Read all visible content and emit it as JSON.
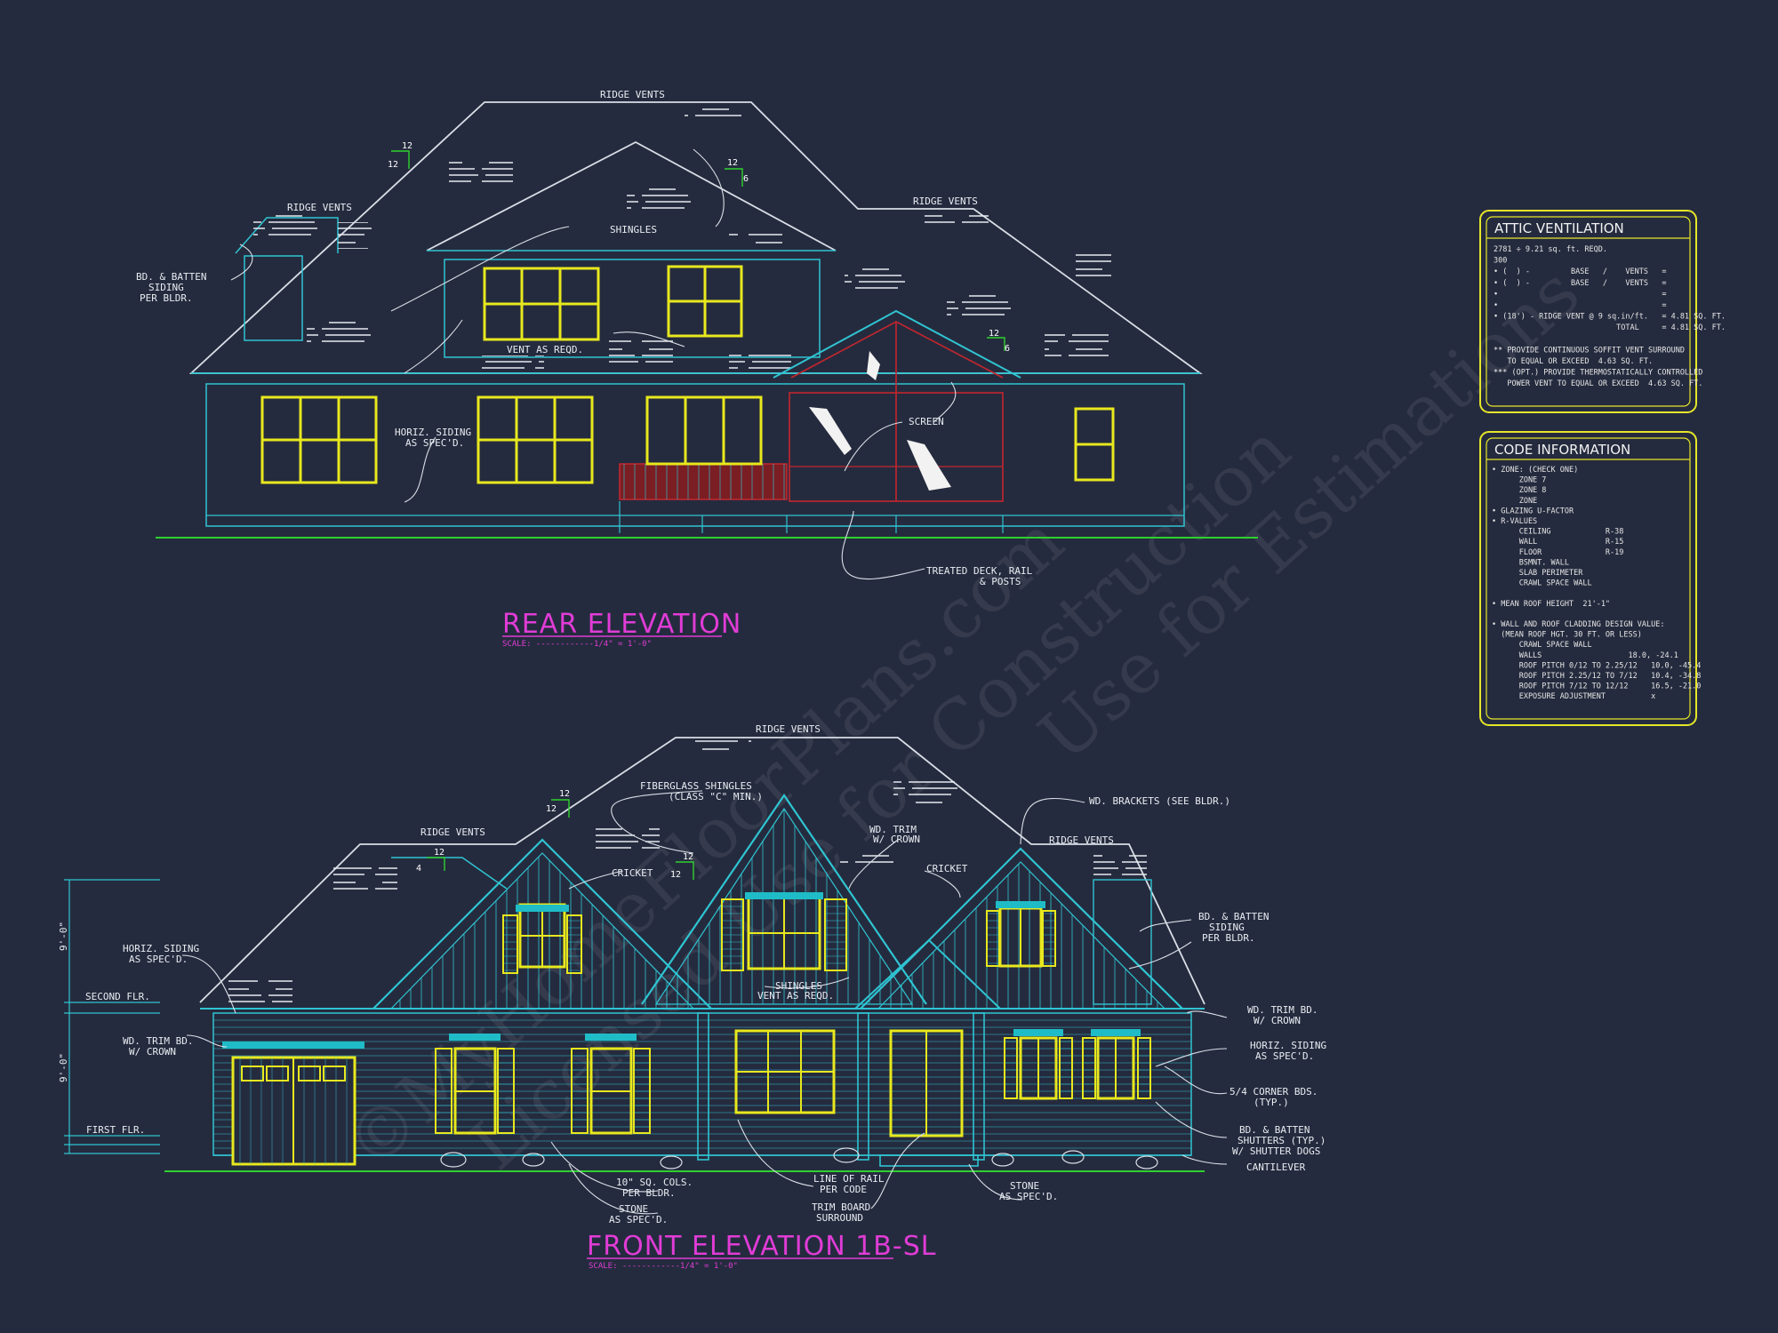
{
  "rear": {
    "title": "REAR ELEVATION",
    "scale": "SCALE: ------------1/4\" = 1'-0\"",
    "labels": {
      "ridge_vents_top": "RIDGE VENTS",
      "ridge_vents_left": "RIDGE VENTS",
      "ridge_vents_right": "RIDGE VENTS",
      "shingles": "SHINGLES",
      "bd_batten_1": "BD. & BATTEN",
      "bd_batten_2": "SIDING",
      "bd_batten_3": "PER BLDR.",
      "vent": "VENT AS REQD.",
      "horiz_1": "HORIZ. SIDING",
      "horiz_2": "AS SPEC'D.",
      "screen": "SCREEN",
      "deck_1": "TREATED DECK, RAIL",
      "deck_2": "& POSTS"
    },
    "pitches": {
      "p1a": "12",
      "p1b": "12",
      "p2a": "12",
      "p2b": "6",
      "p3a": "12",
      "p3b": "6"
    }
  },
  "front": {
    "title": "FRONT ELEVATION 1B-SL",
    "scale": "SCALE: ------------1/4\" = 1'-0\"",
    "labels": {
      "ridge_vents_top": "RIDGE VENTS",
      "ridge_vents_left": "RIDGE VENTS",
      "ridge_vents_right": "RIDGE VENTS",
      "fiberglass_1": "FIBERGLASS SHINGLES",
      "fiberglass_2": "(CLASS \"C\" MIN.)",
      "cricket_left": "CRICKET",
      "cricket_right": "CRICKET",
      "wd_trim_crown_top_1": "WD. TRIM",
      "wd_trim_crown_top_2": "W/ CROWN",
      "wd_brackets": "WD. BRACKETS (SEE BLDR.)",
      "bd_batten_1": "BD. & BATTEN",
      "bd_batten_2": "SIDING",
      "bd_batten_3": "PER BLDR.",
      "horiz_left_1": "HORIZ. SIDING",
      "horiz_left_2": "AS SPEC'D.",
      "second_flr": "SECOND FLR.",
      "first_flr": "FIRST FLR.",
      "wd_trim_left_1": "WD. TRIM BD.",
      "wd_trim_left_2": "W/ CROWN",
      "shingles_1": "SHINGLES",
      "shingles_2": "VENT AS REQD.",
      "wd_trim_right_1": "WD. TRIM BD.",
      "wd_trim_right_2": "W/ CROWN",
      "horiz_right_1": "HORIZ. SIDING",
      "horiz_right_2": "AS SPEC'D.",
      "corner_1": "5/4 CORNER BDS.",
      "corner_2": "(TYP.)",
      "shutters_1": "BD. & BATTEN",
      "shutters_2": "SHUTTERS (TYP.)",
      "shutters_3": "W/ SHUTTER DOGS",
      "cantilever": "CANTILEVER",
      "cols_1": "10\" SQ. COLS.",
      "cols_2": "PER BLDR.",
      "stone_left_1": "STONE",
      "stone_left_2": "AS SPEC'D.",
      "rail_1": "LINE OF RAIL",
      "rail_2": "PER CODE",
      "trim_board_1": "TRIM BOARD",
      "trim_board_2": "SURROUND",
      "stone_right_1": "STONE",
      "stone_right_2": "AS SPEC'D.",
      "dim_upper": "9'-0\"",
      "dim_lower": "9'-0\""
    },
    "pitches": {
      "p1a": "12",
      "p1b": "12",
      "p2a": "4",
      "p2b": "12",
      "p3a": "12",
      "p3b": "12"
    }
  },
  "attic_ventilation": {
    "title": "ATTIC VENTILATION",
    "lines": [
      "2781 ÷ 9.21 sq. ft. REQD.",
      "300",
      "• (  ) -         BASE   /    VENTS   =",
      "• (  ) -         BASE   /    VENTS   =",
      "•                                    =",
      "•                                    =",
      "• (18') - RIDGE VENT @ 9 sq.in/ft.   = 4.81 SQ. FT.",
      "                           TOTAL     = 4.81 SQ. FT.",
      "",
      "** PROVIDE CONTINUOUS SOFFIT VENT SURROUND",
      "   TO EQUAL OR EXCEED  4.63 SQ. FT.",
      "*** (OPT.) PROVIDE THERMOSTATICALLY CONTROLLED",
      "   POWER VENT TO EQUAL OR EXCEED  4.63 SQ. FT."
    ]
  },
  "code_information": {
    "title": "CODE INFORMATION",
    "lines": [
      "• ZONE: (CHECK ONE)",
      "      ZONE 7",
      "      ZONE 8",
      "      ZONE",
      "• GLAZING U-FACTOR",
      "• R-VALUES",
      "      CEILING            R-38",
      "      WALL               R-15",
      "      FLOOR              R-19",
      "      BSMNT. WALL",
      "      SLAB PERIMETER",
      "      CRAWL SPACE WALL",
      "",
      "• MEAN ROOF HEIGHT  21'-1\"",
      "",
      "• WALL AND ROOF CLADDING DESIGN VALUE:",
      "  (MEAN ROOF HGT. 30 FT. OR LESS)",
      "      CRAWL SPACE WALL",
      "      WALLS                   18.0, -24.1",
      "      ROOF PITCH 0/12 TO 2.25/12   10.0, -45.4",
      "      ROOF PITCH 2.25/12 TO 7/12   10.4, -34.8",
      "      ROOF PITCH 7/12 TO 12/12     16.5, -21.0",
      "      EXPOSURE ADJUSTMENT          x"
    ]
  },
  "watermark": {
    "line1": "©MyHomeFloorPlans.com",
    "line2": "Licensed Use for Construction",
    "line3": "Use for Estimations"
  },
  "colors": {
    "background": "#252b3e",
    "outline": "#2fc4d2",
    "window": "#e8e81e",
    "roof": "#d9dee6",
    "title": "#e03cd6",
    "rail": "#c4262e",
    "ground": "#2fd12f",
    "panel_border": "#e6e62a"
  }
}
